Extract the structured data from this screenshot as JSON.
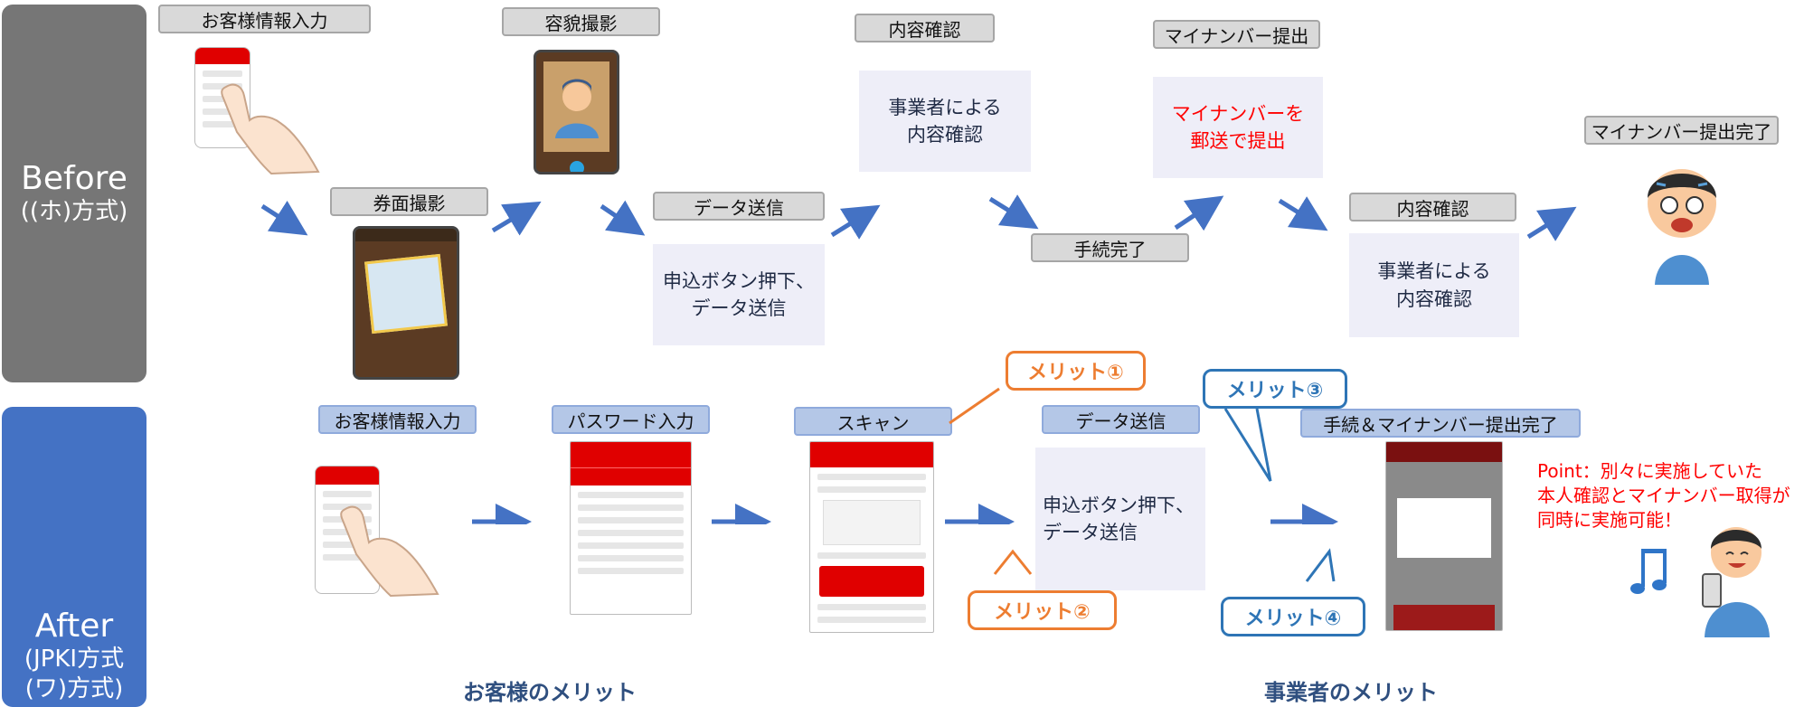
{
  "sections": {
    "before": {
      "title": "Before",
      "subtitle": "((ホ)方式)"
    },
    "after": {
      "title": "After",
      "subtitle_line1": "(JPKI方式",
      "subtitle_line2": "(ワ)方式)"
    }
  },
  "before_flow": {
    "steps": {
      "customer_input": "お客様情報入力",
      "face_photo": "容貌撮影",
      "content_check_1": "内容確認",
      "mynumber_submit": "マイナンバー提出",
      "mynumber_complete": "マイナンバー提出完了",
      "document_photo": "券面撮影",
      "data_send": "データ送信",
      "procedure_complete": "手続完了",
      "content_check_2": "内容確認"
    },
    "boxes": {
      "business_check_1": {
        "line1": "事業者による",
        "line2": "内容確認"
      },
      "mail_submit": {
        "line1": "マイナンバーを",
        "line2": "郵送で提出"
      },
      "apply_send": {
        "line1": "申込ボタン押下、",
        "line2": "データ送信"
      },
      "business_check_2": {
        "line1": "事業者による",
        "line2": "内容確認"
      }
    }
  },
  "after_flow": {
    "steps": {
      "customer_input": "お客様情報入力",
      "password_input": "パスワード入力",
      "scan": "スキャン",
      "data_send": "データ送信",
      "procedure_mynumber_complete": "手続＆マイナンバー提出完了"
    },
    "boxes": {
      "apply_send": {
        "line1": "申込ボタン押下、",
        "line2": "データ送信"
      }
    },
    "merits": {
      "merit1": "メリット①",
      "merit2": "メリット②",
      "merit3": "メリット③",
      "merit4": "メリット④"
    },
    "point": {
      "line1": "Point：別々に実施していた",
      "line2": "本人確認とマイナンバー取得が",
      "line3": "同時に実施可能！"
    }
  },
  "footer": {
    "customer_merit": "お客様のメリット",
    "business_merit": "事業者のメリット"
  },
  "colors": {
    "before_panel": "#767676",
    "after_panel": "#4472c4",
    "arrow": "#4472c4",
    "merit_orange": "#ed7d31",
    "merit_blue": "#2e75b6",
    "highlight_red": "#ff0000"
  }
}
